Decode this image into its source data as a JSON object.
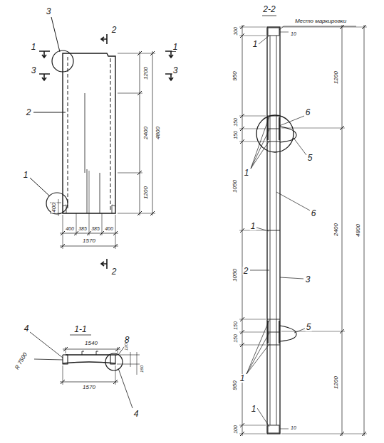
{
  "diagram": {
    "labels": [
      "3",
      "1",
      "1",
      "3",
      "3",
      "2",
      "2",
      "2",
      "1",
      "1200",
      "2400",
      "1200",
      "4800",
      "400",
      "400",
      "385",
      "385",
      "400",
      "1570",
      "1-1",
      "1540",
      "1570",
      "4",
      "R 7500",
      "8",
      "120",
      "160",
      "4",
      "2-2",
      "Место маркировки",
      "1",
      "6",
      "1",
      "5",
      "6",
      "1",
      "2",
      "3",
      "5",
      "1",
      "1",
      "100",
      "950",
      "150",
      "150",
      "1050",
      "1050",
      "150",
      "150",
      "950",
      "100",
      "10",
      "10",
      "1200",
      "2400",
      "4800",
      "1200"
    ]
  }
}
